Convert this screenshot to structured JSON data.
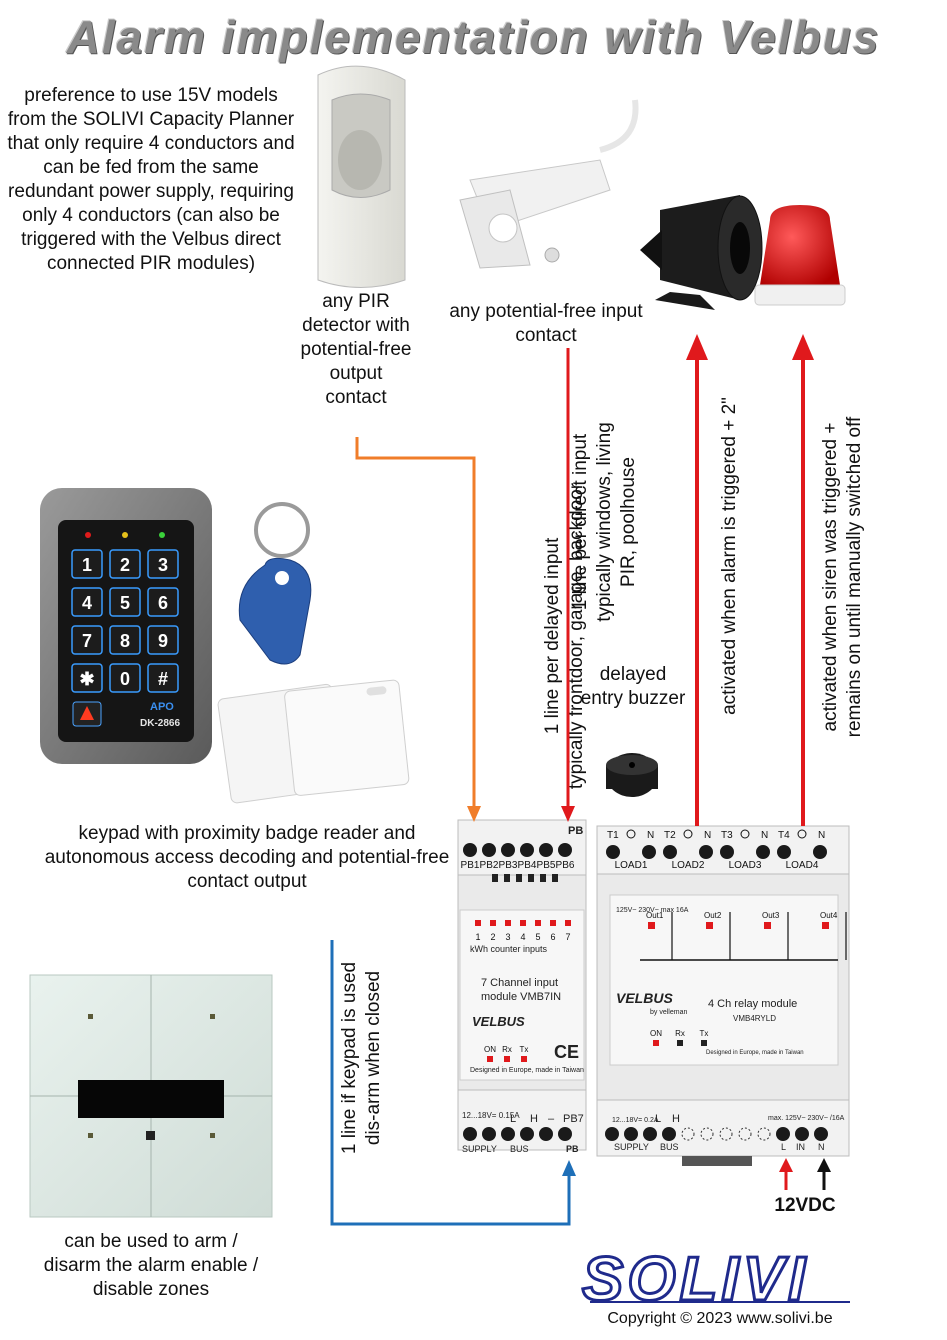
{
  "title": "Alarm implementation with Velbus",
  "pir_note": "preference to use 15V models from the SOLIVI Capacity Planner that only require 4 conductors and can be fed from the same redundant power supply, requiring only 4 conductors (can also be triggered with the Velbus direct connected PIR modules)",
  "pir_label": "any PIR detector with potential-free output contact",
  "contact_label": "any potential-free input contact",
  "delayed_input_label": "1 line per delayed input",
  "delayed_input_example": "typically frontdoor, garage, backdoor",
  "direct_input_label": "1 line per direct input",
  "direct_input_example": "typically windows, living PIR, poolhouse",
  "siren_label": "activated when alarm is triggered + 2\"",
  "flash_label_1": "activated when siren was triggered +",
  "flash_label_2": "remains on until manually switched off",
  "buzzer_label": "delayed entry buzzer",
  "keypad_label": "keypad with proximity badge reader and autonomous access decoding and potential-free contact output",
  "keypad_line_label_1": "1 line if keypad is used",
  "keypad_line_label_2": "dis-arm when closed",
  "glass_panel_label": "can be used to arm / disarm the alarm enable / disable zones",
  "power_label": "12VDC",
  "copyright": "Copyright © 2023 www.solivi.be",
  "logo_text": "SOLIVI",
  "keypad": {
    "keys": [
      "1",
      "2",
      "3",
      "4",
      "5",
      "6",
      "7",
      "8",
      "9",
      "✱",
      "0",
      "#"
    ],
    "model": "DK-2866",
    "brand": "APO"
  },
  "input_module": {
    "top_terminals": [
      "PB1",
      "PB2",
      "PB3",
      "PB4",
      "PB5",
      "PB6"
    ],
    "top_pb": "PB",
    "kwh_label": "kWh counter inputs",
    "channel_numbers": [
      "1",
      "2",
      "3",
      "4",
      "5",
      "6",
      "7"
    ],
    "name_line1": "7 Channel input",
    "name_line2": "module VMB7IN",
    "brand": "VELBUS",
    "leds": [
      "ON",
      "Rx",
      "Tx"
    ],
    "ce": "CE",
    "designed": "Designed in Europe, made in Taiwan",
    "bottom_supply": "SUPPLY",
    "bottom_bus": "BUS",
    "bottom_voltage": "12...18V= 0.15A",
    "bottom_l": "L",
    "bottom_h": "H",
    "bottom_minus": "–",
    "bottom_pb7": "PB7",
    "bottom_pb": "PB"
  },
  "relay_module": {
    "top_channels": [
      "T1",
      "T2",
      "T3",
      "T4"
    ],
    "top_loads": [
      "LOAD1",
      "LOAD2",
      "LOAD3",
      "LOAD4"
    ],
    "top_n": "N",
    "outputs": [
      "Out1",
      "Out2",
      "Out3",
      "Out4"
    ],
    "rating": "125V~ 230V~ max 16A",
    "brand": "VELBUS",
    "brand_sub": "by velleman",
    "name": "4 Ch relay module",
    "model": "VMB4RYLD",
    "leds": [
      "ON",
      "Rx",
      "Tx"
    ],
    "designed": "Designed in Europe, made in Taiwan",
    "bottom_supply": "SUPPLY",
    "bottom_bus": "BUS",
    "bottom_voltage": "12...18V= 0.2A",
    "bottom_l": "L",
    "bottom_h": "H",
    "bottom_max": "max. 125V~ 230V~ /16A",
    "bottom_l2": "L",
    "bottom_in": "IN",
    "bottom_n": "N"
  },
  "colors": {
    "orange": "#f07d2a",
    "red": "#e0191c",
    "blue": "#1e6fb8",
    "title_gray": "#8a8a8a",
    "logo_blue": "#1f2a8c"
  }
}
